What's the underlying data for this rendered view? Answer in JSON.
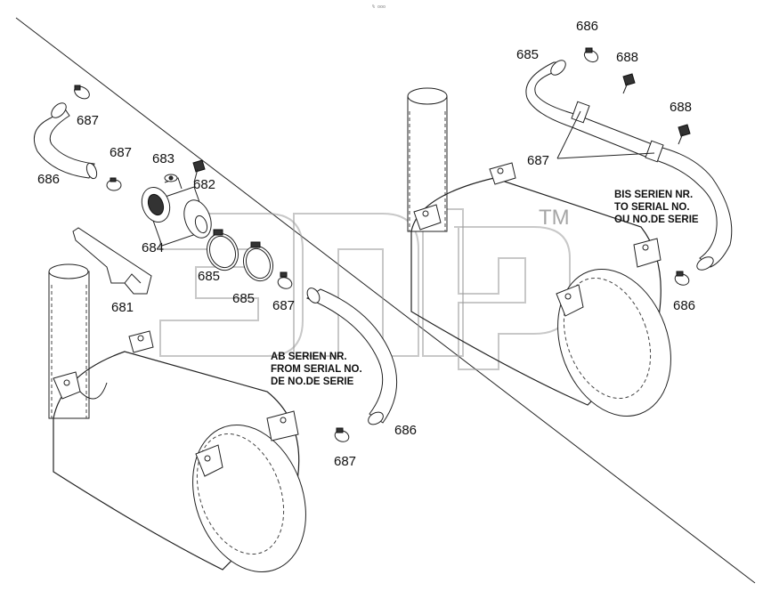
{
  "header_mark": "% ooo",
  "watermark": {
    "text": "эпер",
    "trademark": "TM",
    "color": "#9a9a9a"
  },
  "callouts": {
    "p681": "681",
    "p682": "682",
    "p683": "683",
    "p684": "684",
    "p685_upper": "685",
    "p685_lower": "685",
    "p686_left": "686",
    "p687_top": "687",
    "p687_second": "687",
    "p687_mid": "687",
    "p686_bottom": "686",
    "p687_bottom": "687",
    "p686_right_top": "686",
    "p685_right": "685",
    "p688_upper": "688",
    "p688_lower": "688",
    "p687_right": "687",
    "p686_right_bottom": "686"
  },
  "notes": {
    "from_serial": [
      "AB SERIEN NR.",
      "FROM SERIAL NO.",
      "DE NO.DE SERIE"
    ],
    "to_serial": [
      "BIS SERIEN NR.",
      "TO SERIAL NO.",
      "OU NO.DE SERIE"
    ]
  }
}
